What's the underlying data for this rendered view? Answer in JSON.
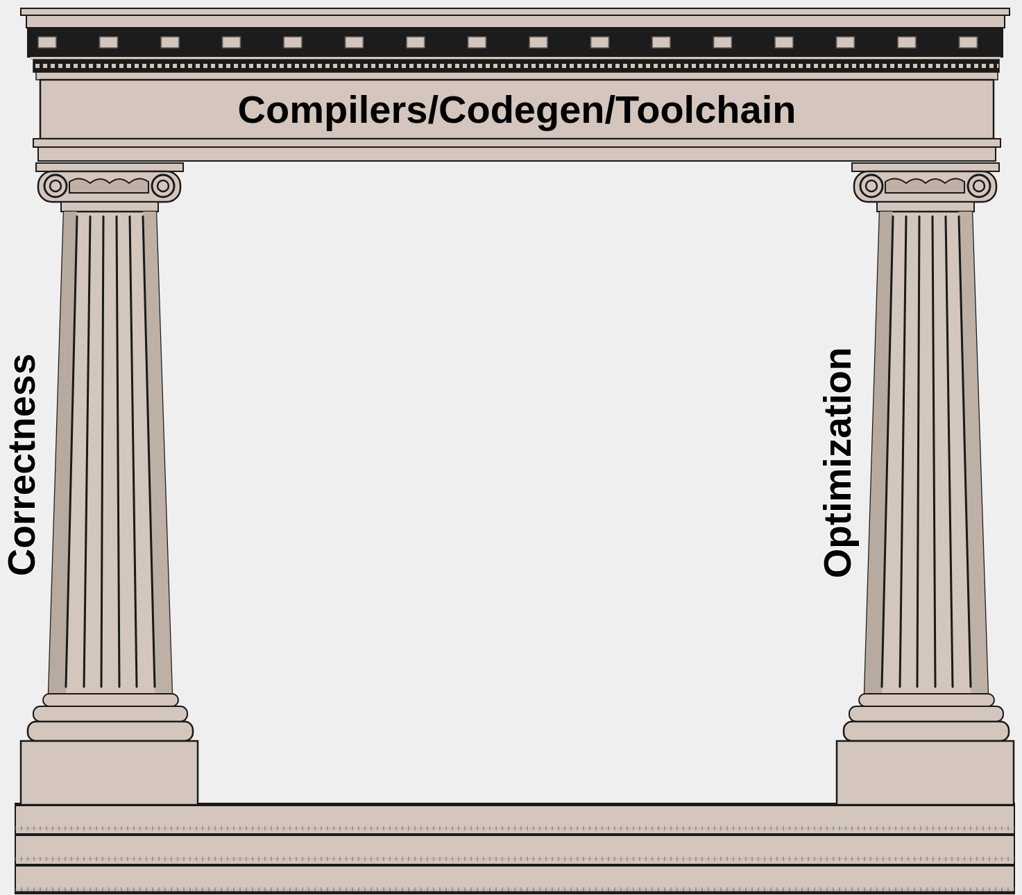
{
  "diagram": {
    "nodes": [
      {
        "text": [
          "Compilers/Codegen/Toolchain"
        ]
      },
      {
        "text": [
          "Correctness"
        ]
      },
      {
        "text": [
          "Optimization"
        ]
      }
    ]
  }
}
